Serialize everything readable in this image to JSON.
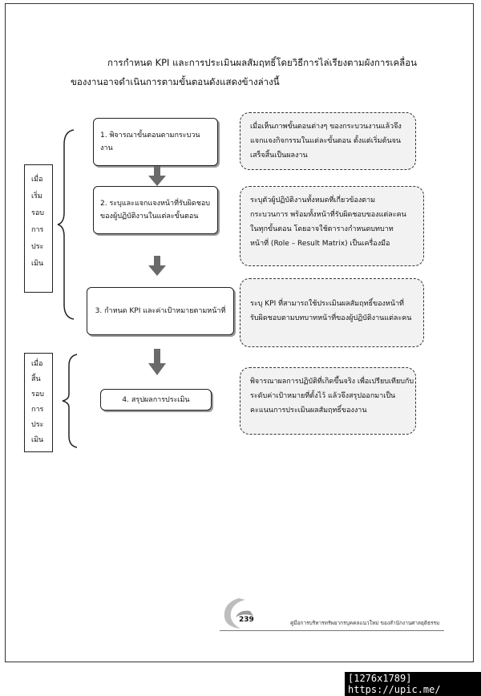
{
  "intro": {
    "line1": "การกำหนด KPI และการประเมินผลสัมฤทธิ์โดยวิธีการไล่เรียงตามผังการเคลื่อน",
    "line2": "ของงานอาจดำเนินการตามขั้นตอนดังแสดงข้างล่างนี้"
  },
  "side_labels": {
    "start": [
      "เมื่อ",
      "เริ่ม",
      "รอบ",
      "การ",
      "ประ",
      "เมิน"
    ],
    "end": [
      "เมื่อ",
      "สิ้น",
      "รอบ",
      "การ",
      "ประ",
      "เมิน"
    ]
  },
  "steps": [
    {
      "text": "1. พิจารณาขั้นตอนตามกระบวนงาน"
    },
    {
      "line1": "2. ระบุและแจกแจงหน้าที่รับผิดชอบ",
      "line2": "ของผู้ปฏิบัติงานในแต่ละขั้นตอน"
    },
    {
      "text": "3. กำหนด KPI และค่าเป้าหมายตามหน้าที่"
    },
    {
      "text": "4. สรุปผลการประเมิน"
    }
  ],
  "notes": [
    {
      "lines": [
        "เมื่อเห็นภาพขั้นตอนต่างๆ ของกระบวนงานแล้วจึง",
        "แจกแจงกิจกรรมในแต่ละขั้นตอน ตั้งแต่เริ่มต้นจน",
        "เสร็จสิ้นเป็นผลงาน"
      ]
    },
    {
      "lines": [
        "ระบุตัวผู้ปฏิบัติงานทั้งหมดที่เกี่ยวข้องตาม",
        "กระบวนการ พร้อมทั้งหน้าที่รับผิดชอบของแต่ละคน",
        "ในทุกขั้นตอน โดยอาจใช้ตารางกำหนดบทบาท",
        "หน้าที่ (Role – Result Matrix) เป็นเครื่องมือ"
      ]
    },
    {
      "lines": [
        "ระบุ    KPI    ที่สามารถใช้ประเมินผลสัมฤทธิ์ของหน้าที่",
        "รับผิดชอบตามบทบาทหน้าที่ของผู้ปฏิบัติงานแต่ละคน"
      ]
    },
    {
      "lines": [
        "พิจารณาผลการปฏิบัติที่เกิดขึ้นจริง เพื่อเปรียบเทียบกับ",
        "ระดับค่าเป้าหมายที่ตั้งไว้ แล้วจึงสรุปออกมาเป็น",
        "คะแนนการประเมินผลสัมฤทธิ์ของงาน"
      ]
    }
  ],
  "footer": {
    "page_number": "239",
    "text": "คู่มือการบริหารทรัพยากรบุคคลแนวใหม่ ของสำนักงานศาลยุติธรรม"
  },
  "watermark": "[1276x1789] https://upic.me/",
  "colors": {
    "arrow": "#6a6a6a",
    "note_fill": "#f2f2f2",
    "border": "#222222"
  }
}
